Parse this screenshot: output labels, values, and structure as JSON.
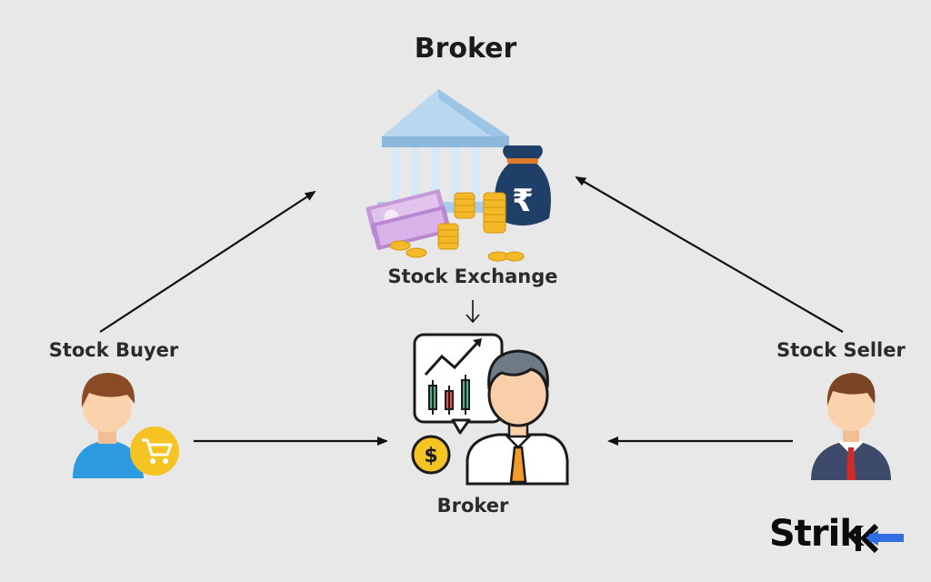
{
  "title": "Broker",
  "nodes": {
    "stock_exchange": "Stock Exchange",
    "stock_buyer": "Stock Buyer",
    "stock_seller": "Stock Seller",
    "broker": "Broker"
  },
  "brand": {
    "text": "Strik"
  },
  "icons": {
    "exchange": "bank-with-money-icon",
    "buyer": "buyer-person-with-cart-icon",
    "seller": "seller-person-in-suit-icon",
    "broker": "broker-with-chart-icon"
  },
  "colors": {
    "background": "#e8e8e8",
    "text": "#1b1b1b",
    "brand_accent": "#2f6ee3"
  }
}
